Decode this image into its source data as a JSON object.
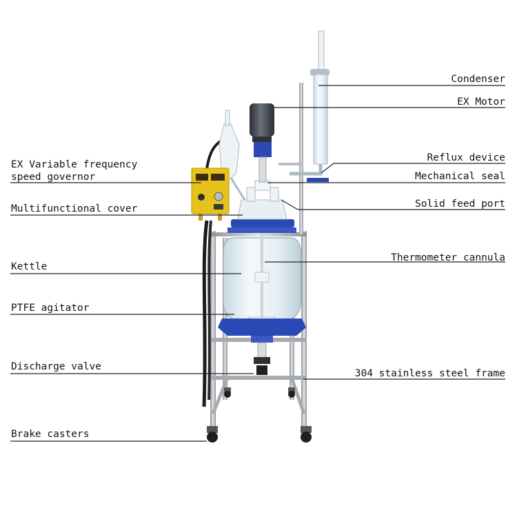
{
  "labels": {
    "left": [
      {
        "id": "ex-variable-frequency",
        "line1": "EX Variable frequency",
        "line2": "speed governor"
      },
      {
        "id": "multifunctional-cover",
        "text": "Multifunctional cover"
      },
      {
        "id": "kettle",
        "text": "Kettle"
      },
      {
        "id": "ptfe-agitator",
        "text": "PTFE agitator"
      },
      {
        "id": "discharge-valve",
        "text": "Discharge valve"
      },
      {
        "id": "brake-casters",
        "text": "Brake casters"
      }
    ],
    "right": [
      {
        "id": "condenser",
        "text": "Condenser"
      },
      {
        "id": "ex-motor",
        "text": "EX Motor"
      },
      {
        "id": "reflux-device",
        "text": "Reflux device"
      },
      {
        "id": "mechanical-seal",
        "text": "Mechanical seal"
      },
      {
        "id": "solid-feed-port",
        "text": "Solid feed port"
      },
      {
        "id": "thermometer-cannula",
        "text": "Thermometer cannula"
      },
      {
        "id": "stainless-steel-frame",
        "text": "304 stainless steel frame"
      }
    ]
  },
  "colors": {
    "frame": "#b9bcc0",
    "frame_dark": "#8d9196",
    "flange_blue": "#2b49b5",
    "motor": "#3a3f47",
    "control_box": "#e8c21c",
    "glass": "#d8e6ee",
    "leader_line": "#222222"
  }
}
